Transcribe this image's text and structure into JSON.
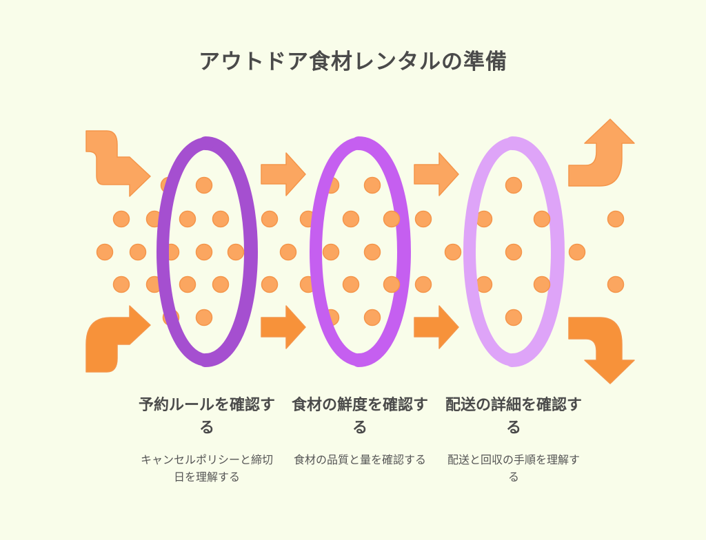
{
  "title": "アウトドア食材レンタルの準備",
  "colors": {
    "background": "#f9fdea",
    "orange": "#fba660",
    "orange_dark": "#f7923a",
    "ring1": "#a54fd0",
    "ring2": "#c55ff0",
    "ring3": "#dea4f8"
  },
  "stages": [
    {
      "heading": "予約ルールを確認する",
      "description": "キャンセルポリシーと締切日を理解する"
    },
    {
      "heading": "食材の鮮度を確認する",
      "description": "食材の品質と量を確認する"
    },
    {
      "heading": "配送の詳細を確認する",
      "description": "配送と回収の手順を理解する"
    }
  ]
}
